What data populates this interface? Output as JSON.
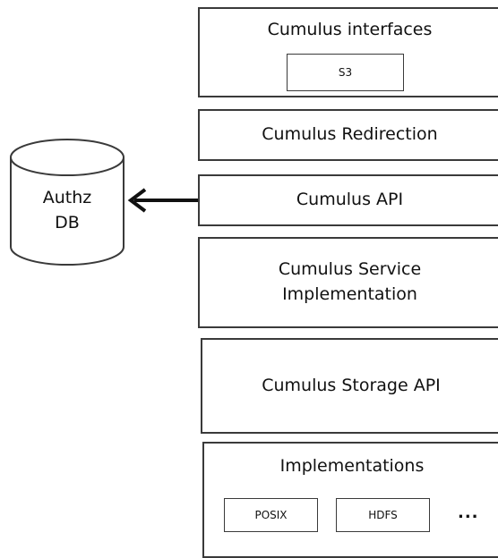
{
  "layers": {
    "interfaces": {
      "title": "Cumulus interfaces",
      "chips": [
        "S3"
      ]
    },
    "redirection": {
      "title": "Cumulus Redirection"
    },
    "api": {
      "title": "Cumulus API"
    },
    "service": {
      "line1": "Cumulus Service",
      "line2": "Implementation"
    },
    "storage_api": {
      "title": "Cumulus Storage API"
    },
    "implementations": {
      "title": "Implementations",
      "chips": [
        "POSIX",
        "HDFS"
      ],
      "more": "..."
    }
  },
  "database": {
    "line1": "Authz",
    "line2": "DB"
  },
  "colors": {
    "stroke": "#3a3a3a",
    "text": "#111111",
    "background": "#ffffff"
  }
}
